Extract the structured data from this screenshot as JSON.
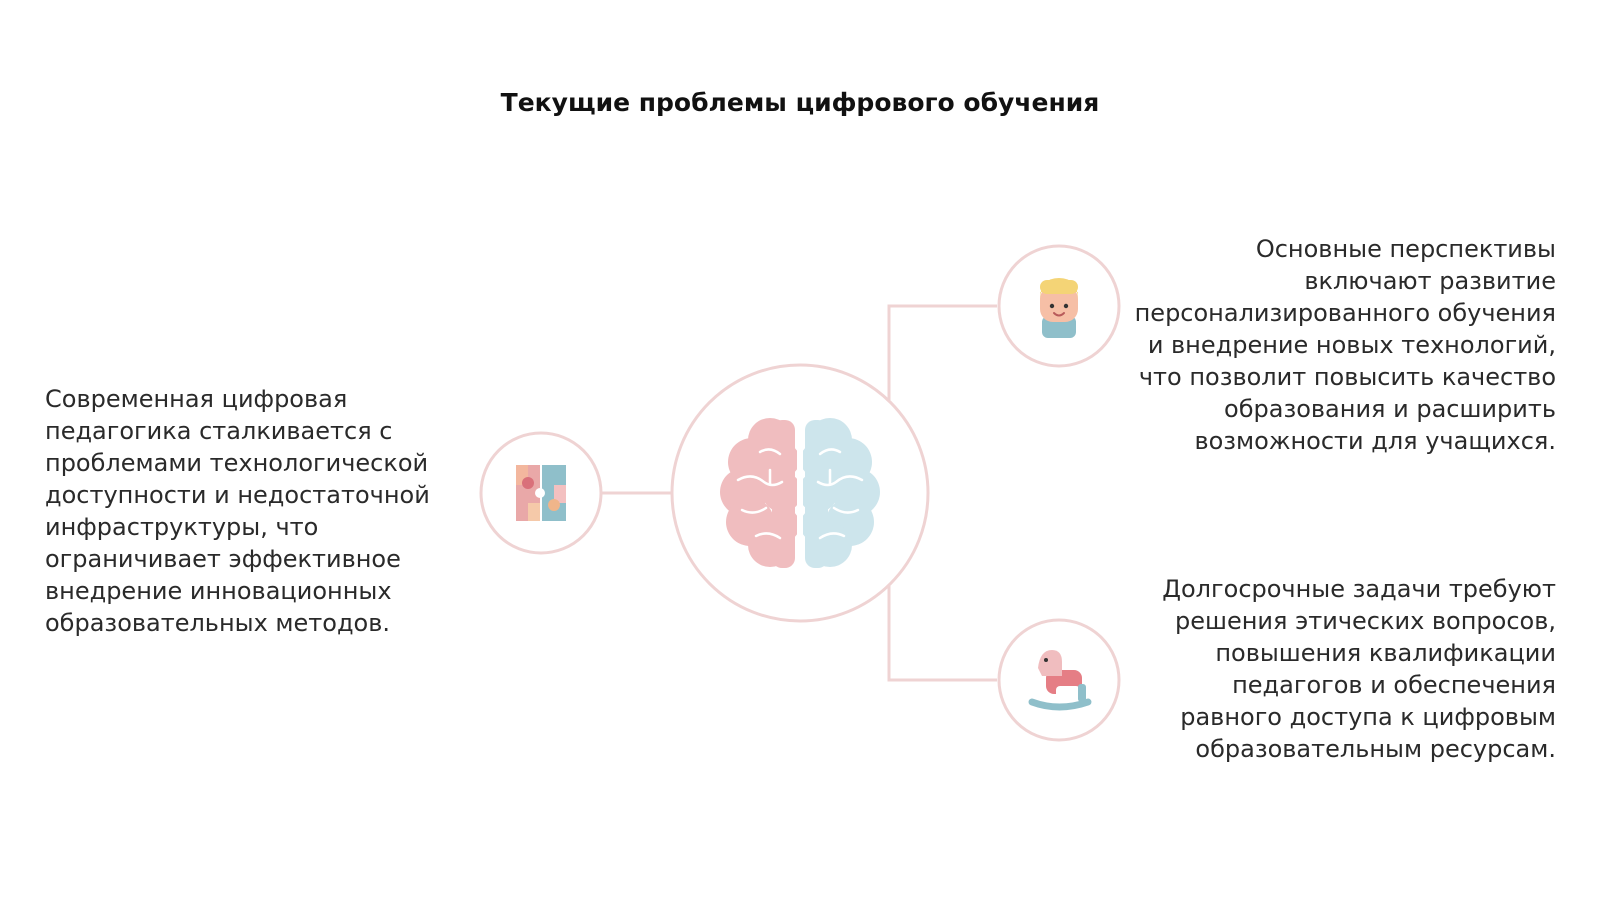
{
  "title": "Текущие проблемы цифрового обучения",
  "colors": {
    "line": "#efd3d3",
    "brain_left": "#f0bdbf",
    "brain_right": "#cde5ec"
  },
  "nodes": {
    "center": {
      "icon": "brain-icon"
    },
    "left": {
      "icon": "puzzle-icon",
      "text": "Современная цифровая педагогика сталкивается с проблемами технологической доступности и недостаточной инфраструктуры, что ограничивает эффективное внедрение инновационных образовательных методов."
    },
    "top_right": {
      "icon": "child-icon",
      "text": "Основные перспективы включают развитие персонализированного обучения и внедрение новых технологий, что позволит повысить качество образования и расширить возможности для учащихся."
    },
    "bottom_right": {
      "icon": "rocking-horse-icon",
      "text": "Долгосрочные задачи требуют решения этических вопросов, повышения квалификации педагогов и обеспечения равного доступа к цифровым образовательным ресурсам."
    }
  }
}
